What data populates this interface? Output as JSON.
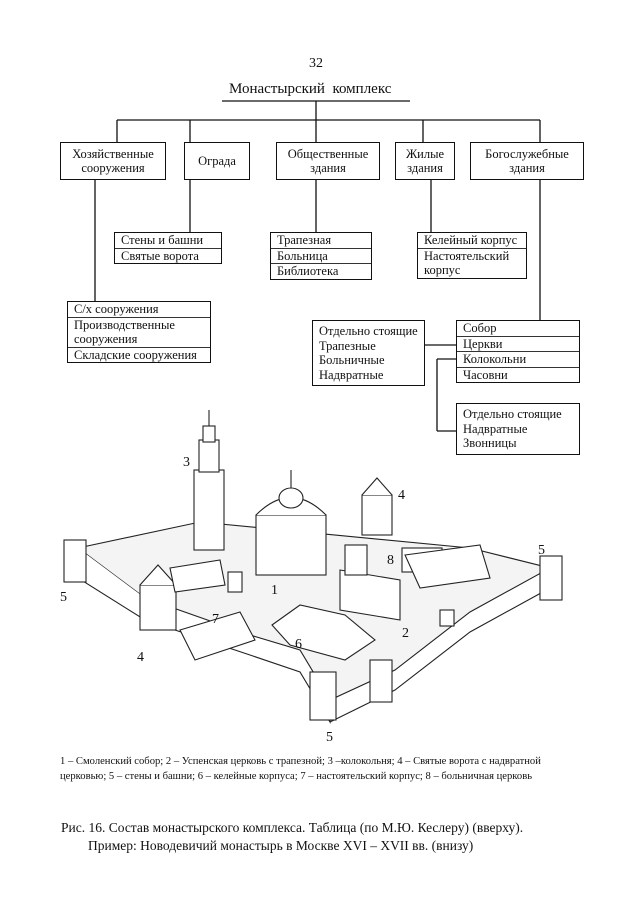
{
  "page_number": "32",
  "root": "Монастырский  комплекс",
  "categories": [
    {
      "line1": "Хозяйственные",
      "line2": "сооружения"
    },
    {
      "line1": "Ограда",
      "line2": ""
    },
    {
      "line1": "Общественные",
      "line2": "здания"
    },
    {
      "line1": "Жилые",
      "line2": "здания"
    },
    {
      "line1": "Богослужебные",
      "line2": "здания"
    }
  ],
  "fence_items": [
    "Стены и башни",
    "Святые ворота"
  ],
  "public_items": [
    "Трапезная",
    "Больница",
    "Библиотека"
  ],
  "housing_items": [
    "Келейный корпус",
    "Настоятельский",
    "корпус"
  ],
  "economic_items": [
    "С/х сооружения",
    "Производственные",
    "сооружения",
    "Складские сооружения"
  ],
  "worship_items": [
    "Собор",
    "Церкви",
    "Колокольни",
    "Часовни"
  ],
  "church_types": [
    "Отдельно стоящие",
    "Трапезные",
    "Больничные",
    "Надвратные"
  ],
  "belfry_types": [
    "Отдельно стоящие",
    "Надвратные",
    "Звонницы"
  ],
  "drawing_labels": [
    "3",
    "4",
    "5",
    "1",
    "8",
    "5",
    "7",
    "4",
    "6",
    "2",
    "5"
  ],
  "legend": {
    "line1": "1 – Смоленский собор; 2 – Успенская церковь с трапезной; 3 –колокольня; 4 – Святые ворота с надвратной",
    "line2": "церковью; 5 – стены и башни; 6 – келейные корпуса; 7 – настоятельский корпус; 8 – больничная церковь"
  },
  "caption": {
    "line1": "Рис. 16. Состав монастырского комплекса. Таблица (по М.Ю. Кеслеру) (вверху).",
    "line2": "Пример: Новодевичий монастырь в Москве XVI – XVII вв. (внизу)"
  }
}
